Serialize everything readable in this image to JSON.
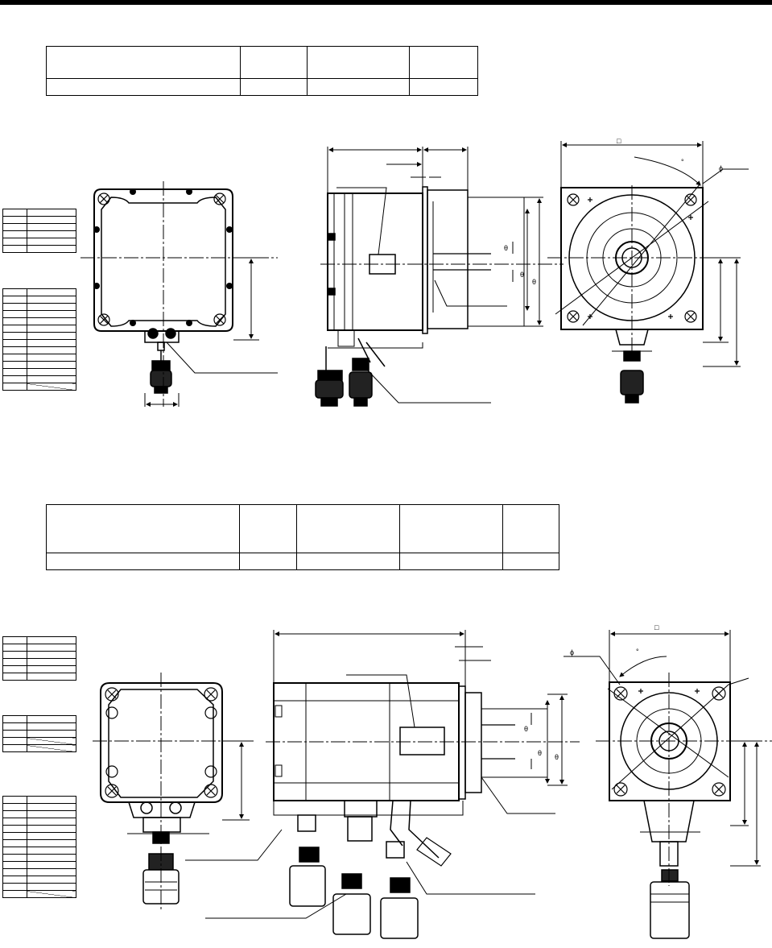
{
  "section1": {
    "spec_table": {
      "header": [
        "",
        "",
        "",
        ""
      ],
      "values": [
        "",
        "",
        "",
        ""
      ]
    },
    "dim_marks": {
      "square": "□",
      "phi": "ϕ",
      "theta": "θ",
      "degree": "°"
    }
  },
  "section2": {
    "spec_table": {
      "header": [
        "",
        "",
        "",
        "",
        ""
      ],
      "values": [
        "",
        "",
        "",
        "",
        ""
      ]
    },
    "dim_marks": {
      "square": "□",
      "phi": "ϕ",
      "theta": "θ",
      "degree": "°"
    }
  }
}
